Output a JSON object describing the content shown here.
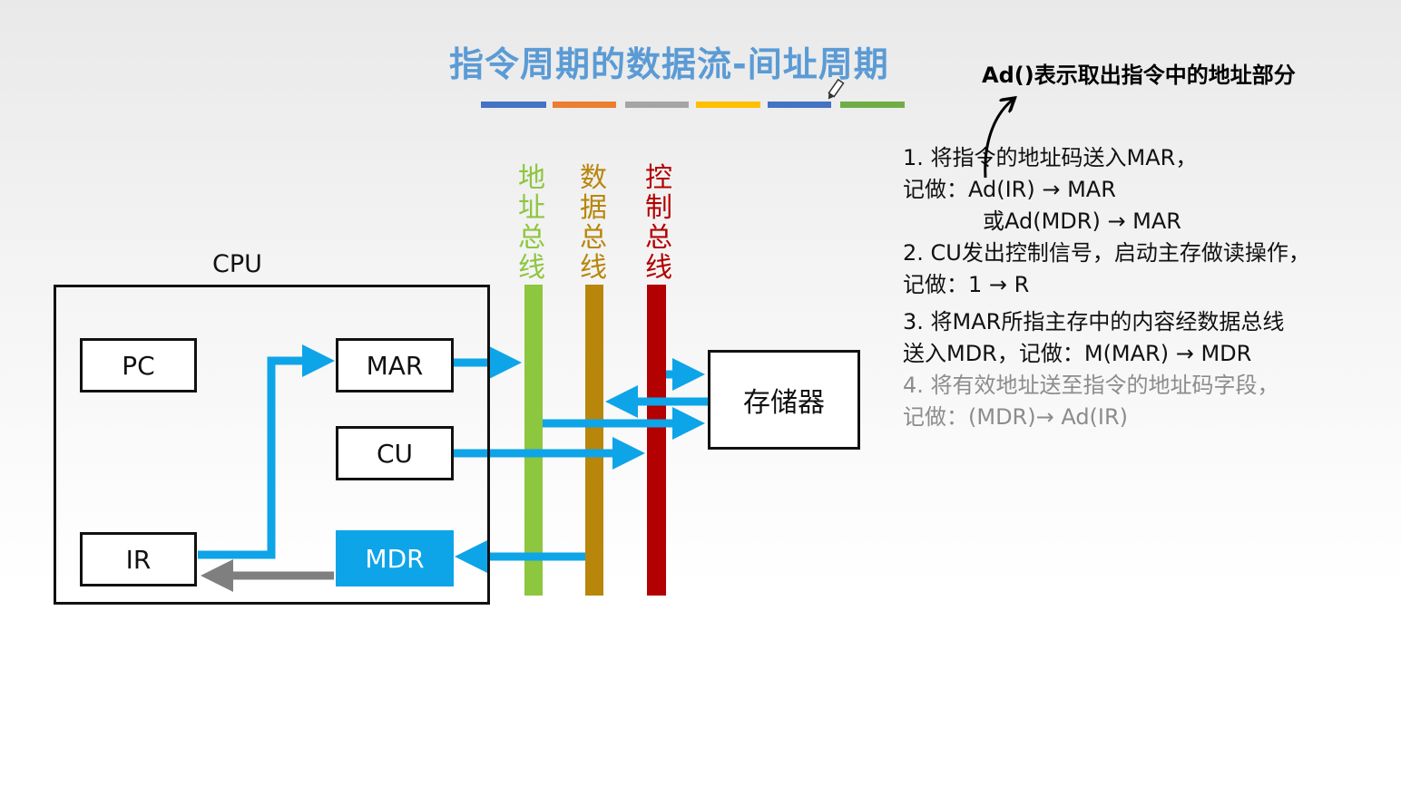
{
  "title": "指令周期的数据流-间址周期",
  "note_top": "Ad()表示取出指令中的地址部分",
  "cpu_label": "CPU",
  "registers": {
    "pc": "PC",
    "mar": "MAR",
    "cu": "CU",
    "ir": "IR",
    "mdr": "MDR"
  },
  "memory_label": "存储器",
  "buses": {
    "address": "地址总线",
    "data": "数据总线",
    "control": "控制总线"
  },
  "steps": [
    "1. 将指令的地址码送入MAR，",
    "记做：Ad(IR) → MAR",
    "或Ad(MDR) → MAR",
    "2. CU发出控制信号，启动主存做读操作，",
    "记做：1 → R",
    "3. 将MAR所指主存中的内容经数据总线",
    "送入MDR，记做：M(MAR) → MDR",
    "4. 将有效地址送至指令的地址码字段，",
    "记做：(MDR)→ Ad(IR)"
  ],
  "colors": {
    "title": "#5b9bd5",
    "address_bus": "#8dc63f",
    "data_bus": "#b8860b",
    "control_bus": "#b30000",
    "arrow": "#0ea4e8",
    "mdr": "#0ea4e8",
    "gray_arrow": "#7f7f7f",
    "title_bars": [
      "#4472c4",
      "#ed7d31",
      "#a5a5a5",
      "#ffc000",
      "#4472c4",
      "#70ad47"
    ]
  }
}
